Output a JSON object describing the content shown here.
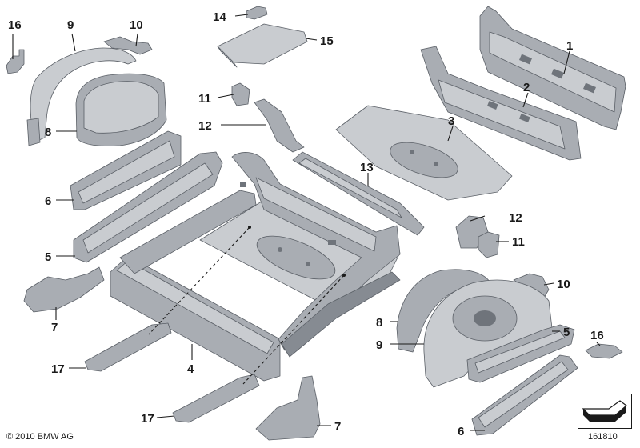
{
  "diagram": {
    "callouts": {
      "c16a": "16",
      "c9a": "9",
      "c10a": "10",
      "c14": "14",
      "c15": "15",
      "c1": "1",
      "c2": "2",
      "c3": "3",
      "c11a": "11",
      "c12a": "12",
      "c8a": "8",
      "c6a": "6",
      "c13": "13",
      "c12b": "12",
      "c11b": "11",
      "c5a": "5",
      "c7a": "7",
      "c10b": "10",
      "c8b": "8",
      "c9b": "9",
      "c5b": "5",
      "c16b": "16",
      "c4": "4",
      "c17a": "17",
      "c17b": "17",
      "c7b": "7",
      "c6b": "6"
    },
    "copyright": "© 2010 BMW AG",
    "reference": "161810"
  },
  "colors": {
    "part_light": "#c9ccd0",
    "part_mid": "#a9adb3",
    "part_dark": "#868b92",
    "line": "#1a1a1a"
  }
}
